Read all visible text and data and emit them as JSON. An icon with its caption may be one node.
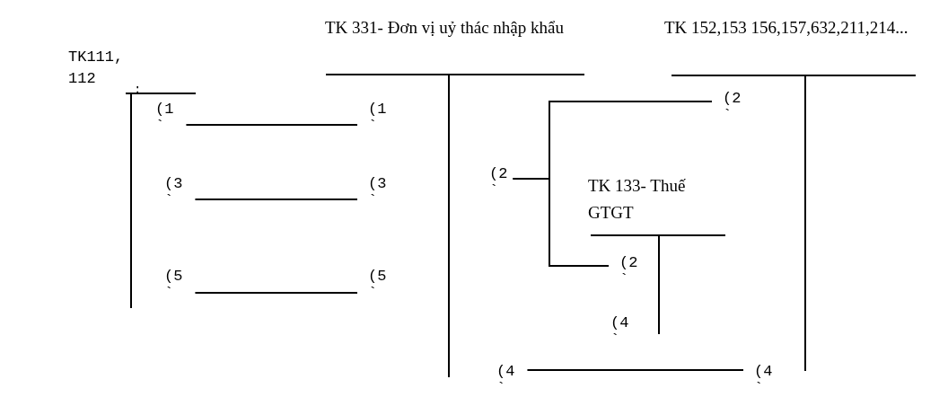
{
  "diagram": {
    "nodes": [
      {
        "text": [
          "TK111, 112"
        ]
      },
      {
        "text": [
          "TK 331- Đơn vị uỷ thác nhập khẩu"
        ]
      },
      {
        "text": [
          "TK 152,153 156,157,632,211,214..."
        ]
      },
      {
        "text": [
          "TK 133- Thuế GTGT"
        ]
      },
      {
        "text": [
          "(1 `"
        ]
      },
      {
        "text": [
          "(1 `"
        ]
      },
      {
        "text": [
          "(3 `"
        ]
      },
      {
        "text": [
          "(3 `"
        ]
      },
      {
        "text": [
          "(5 `"
        ]
      },
      {
        "text": [
          "(5 `"
        ]
      },
      {
        "text": [
          "(2 `"
        ]
      },
      {
        "text": [
          "(2 `"
        ]
      },
      {
        "text": [
          "(2 `"
        ]
      },
      {
        "text": [
          "(4 `"
        ]
      },
      {
        "text": [
          "(4 `"
        ]
      },
      {
        "text": [
          "(4 `"
        ]
      }
    ],
    "edges": [
      {
        "from": 4,
        "to": 5,
        "arrow": "none"
      },
      {
        "from": 6,
        "to": 7,
        "arrow": "none"
      },
      {
        "from": 8,
        "to": 9,
        "arrow": "none"
      },
      {
        "from": 10,
        "to": 11,
        "arrow": "none"
      },
      {
        "from": 10,
        "to": 12,
        "arrow": "none"
      },
      {
        "from": 14,
        "to": 15,
        "arrow": "none"
      }
    ],
    "labels": [
      ":"
    ]
  }
}
